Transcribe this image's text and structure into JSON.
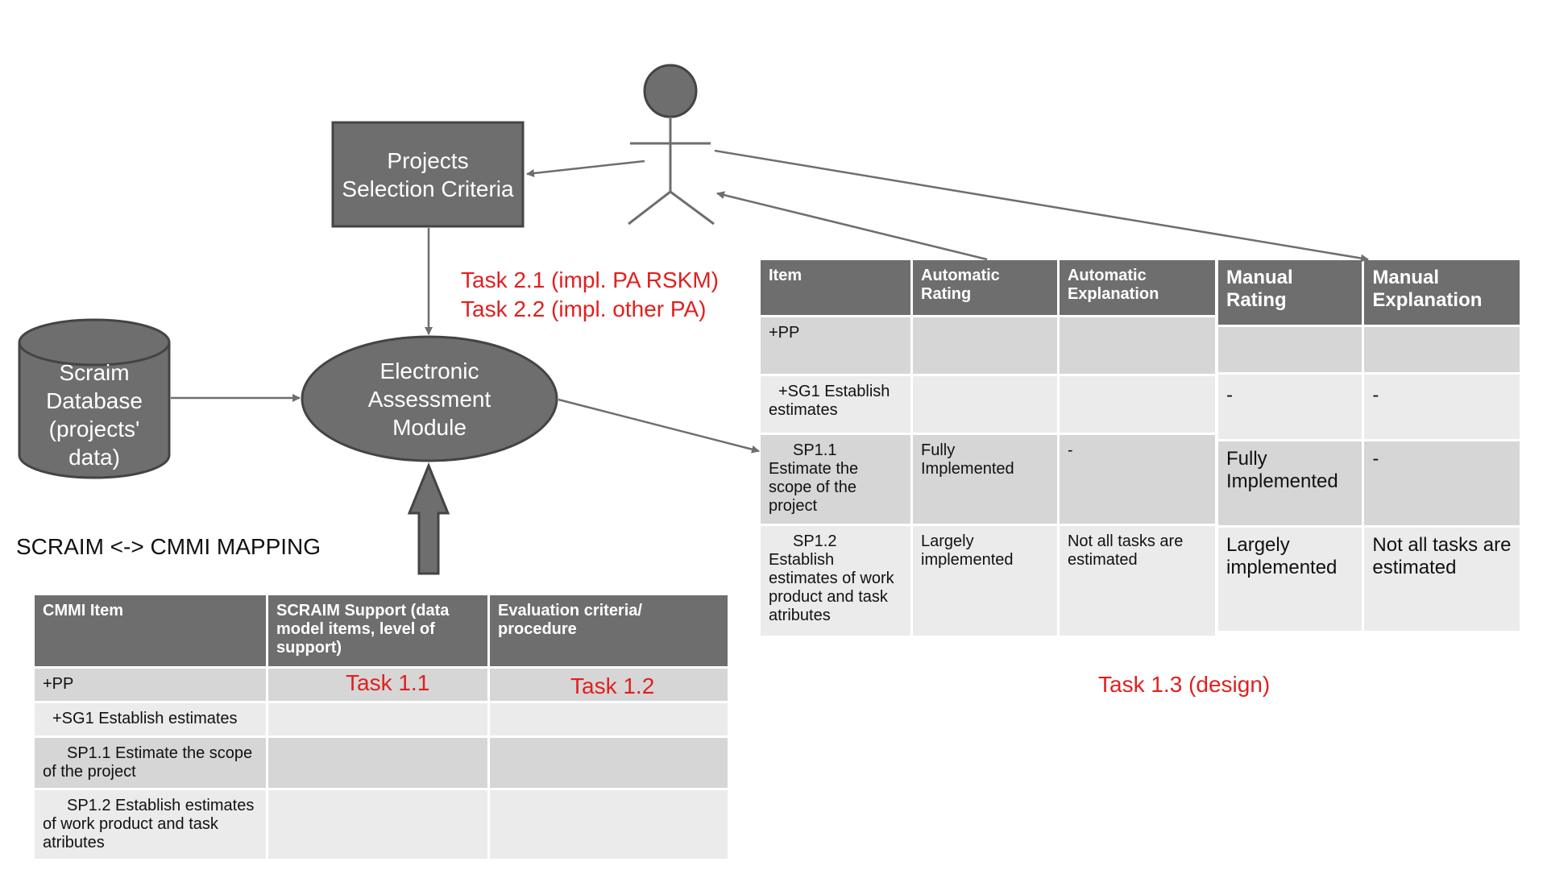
{
  "diagram": {
    "projects_selection": "Projects Selection Criteria",
    "electronic_module": "Electronic Assessment Module",
    "scraim_db": "Scraim Database (projects' data)",
    "mapping_title": "SCRAIM <-> CMMI MAPPING",
    "task_2_1": "Task 2.1 (impl. PA RSKM)",
    "task_2_2": "Task 2.2 (impl. other PA)",
    "task_1_1": "Task 1.1",
    "task_1_2": "Task 1.2",
    "task_1_3": "Task 1.3 (design)"
  },
  "colors": {
    "box_fill": "#6e6e6e",
    "box_stroke": "#444444",
    "arrow": "#6e6e6e",
    "red": "#e02020"
  },
  "mapping_table": {
    "headers": [
      "CMMI Item",
      "SCRAIM Support (data model items, level of support)",
      "Evaluation criteria/ procedure"
    ],
    "rows": [
      [
        "+PP",
        "",
        ""
      ],
      [
        "+SG1 Establish estimates",
        "",
        ""
      ],
      [
        "SP1.1 Estimate the scope of the project",
        "",
        ""
      ],
      [
        "SP1.2 Establish estimates of work product and task atributes",
        "",
        ""
      ]
    ]
  },
  "auto_table": {
    "headers": [
      "Item",
      "Automatic Rating",
      "Automatic Explanation"
    ],
    "rows": [
      [
        "+PP",
        "",
        ""
      ],
      [
        "+SG1 Establish estimates",
        "",
        ""
      ],
      [
        "SP1.1 Estimate the scope of the project",
        "Fully Implemented",
        "-"
      ],
      [
        "SP1.2 Establish estimates of work product and task atributes",
        "Largely implemented",
        "Not all tasks are estimated"
      ]
    ]
  },
  "manual_table": {
    "headers": [
      "Manual Rating",
      "Manual Explanation"
    ],
    "rows": [
      [
        "",
        ""
      ],
      [
        "-",
        "-"
      ],
      [
        "Fully Implemented",
        "-"
      ],
      [
        "Largely implemented",
        "Not all tasks are estimated"
      ]
    ]
  }
}
